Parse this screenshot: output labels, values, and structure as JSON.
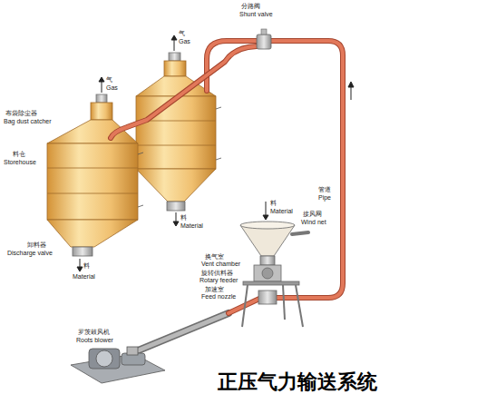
{
  "diagram": {
    "title": "正压气力输送系统",
    "labels": [
      "分路阀",
      "Shunt valve",
      "气",
      "Gas",
      "气",
      "Gas",
      "布袋除尘器",
      "Bag dust catcher",
      "料仓",
      "Storehouse",
      "管道",
      "Pipe",
      "料",
      "Material",
      "接风网",
      "Wind net",
      "料",
      "Material",
      "卸料器",
      "Discharge valve",
      "换气室",
      "Vent chamber",
      "旋转供料器",
      "Rotary feeder",
      "料",
      "Material",
      "加速室",
      "Feed nozzle",
      "罗茨鼓风机",
      "Roots blower"
    ]
  }
}
